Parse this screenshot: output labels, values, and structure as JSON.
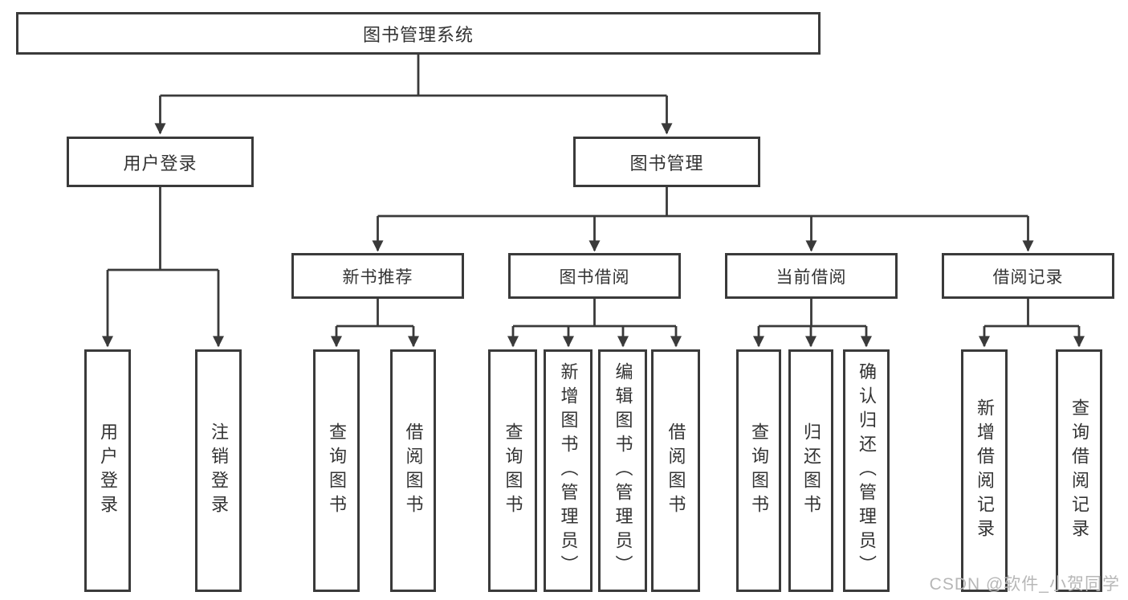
{
  "colors": {
    "border": "#3a3a3a",
    "line": "#3a3a3a",
    "text": "#333333",
    "watermark": "#b7b7b7",
    "background": "#ffffff"
  },
  "tree": {
    "root": {
      "label": "图书管理系统"
    },
    "level2": [
      {
        "id": "user-login",
        "label": "用户登录"
      },
      {
        "id": "book-management",
        "label": "图书管理"
      }
    ],
    "level3": [
      {
        "id": "new-book-recommend",
        "label": "新书推荐"
      },
      {
        "id": "book-borrow",
        "label": "图书借阅"
      },
      {
        "id": "current-borrow",
        "label": "当前借阅"
      },
      {
        "id": "borrow-record",
        "label": "借阅记录"
      }
    ],
    "leaves": [
      {
        "group": "user-login",
        "label": "用户登录"
      },
      {
        "group": "user-login",
        "label": "注销登录"
      },
      {
        "group": "new-book-recommend",
        "label": "查询图书"
      },
      {
        "group": "new-book-recommend",
        "label": "借阅图书"
      },
      {
        "group": "book-borrow",
        "label": "查询图书"
      },
      {
        "group": "book-borrow",
        "label": "新增图书（管理员）"
      },
      {
        "group": "book-borrow",
        "label": "编辑图书（管理员）"
      },
      {
        "group": "book-borrow",
        "label": "借阅图书"
      },
      {
        "group": "current-borrow",
        "label": "查询图书"
      },
      {
        "group": "current-borrow",
        "label": "归还图书"
      },
      {
        "group": "current-borrow",
        "label": "确认归还（管理员）"
      },
      {
        "group": "borrow-record",
        "label": "新增借阅记录"
      },
      {
        "group": "borrow-record",
        "label": "查询借阅记录"
      }
    ]
  },
  "watermark": {
    "text": "CSDN @软件_小贺同学"
  }
}
